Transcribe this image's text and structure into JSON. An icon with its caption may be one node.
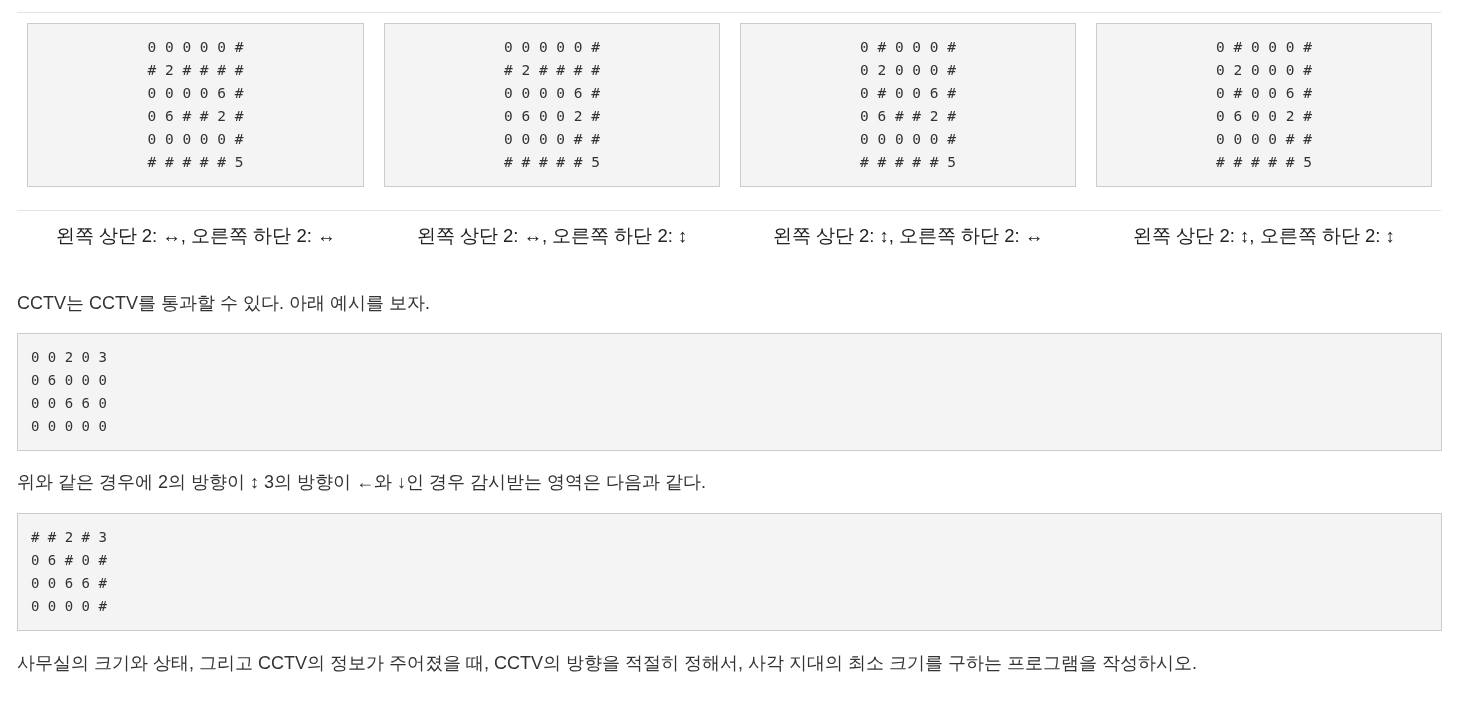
{
  "diagram": {
    "nodes": [
      {
        "text": [
          "0 0 0 0 0 #",
          "# 2 # # # #",
          "0 0 0 0 6 #",
          "0 6 # # 2 #",
          "0 0 0 0 0 #",
          "# # # # # 5"
        ],
        "beside": [
          "왼쪽 상단 2: ↔, 오른쪽 하단 2: ↔"
        ]
      },
      {
        "text": [
          "0 0 0 0 0 #",
          "# 2 # # # #",
          "0 0 0 0 6 #",
          "0 6 0 0 2 #",
          "0 0 0 0 # #",
          "# # # # # 5"
        ],
        "beside": [
          "왼쪽 상단 2: ↔, 오른쪽 하단 2: ↕"
        ]
      },
      {
        "text": [
          "0 # 0 0 0 #",
          "0 2 0 0 0 #",
          "0 # 0 0 6 #",
          "0 6 # # 2 #",
          "0 0 0 0 0 #",
          "# # # # # 5"
        ],
        "beside": [
          "왼쪽 상단 2: ↕, 오른쪽 하단 2: ↔"
        ]
      },
      {
        "text": [
          "0 # 0 0 0 #",
          "0 2 0 0 0 #",
          "0 # 0 0 6 #",
          "0 6 0 0 2 #",
          "0 0 0 0 # #",
          "# # # # # 5"
        ],
        "beside": [
          "왼쪽 상단 2: ↕, 오른쪽 하단 2: ↕"
        ]
      },
      {
        "text": [
          "0 0 2 0 3",
          "0 6 0 0 0",
          "0 0 6 6 0",
          "0 0 0 0 0"
        ]
      },
      {
        "text": [
          "# # 2 # 3",
          "0 6 # 0 #",
          "0 0 6 6 #",
          "0 0 0 0 #"
        ]
      }
    ],
    "labels": [
      "CCTV는 CCTV를 통과할 수 있다. 아래 예시를 보자.",
      "위와 같은 경우에 2의 방향이 ↕ 3의 방향이 ←와 ↓인 경우 감시받는 영역은 다음과 같다.",
      "사무실의 크기와 상태, 그리고 CCTV의 정보가 주어졌을 때, CCTV의 방향을 적절히 정해서, 사각 지대의 최소 크기를 구하는 프로그램을 작성하시오."
    ]
  }
}
